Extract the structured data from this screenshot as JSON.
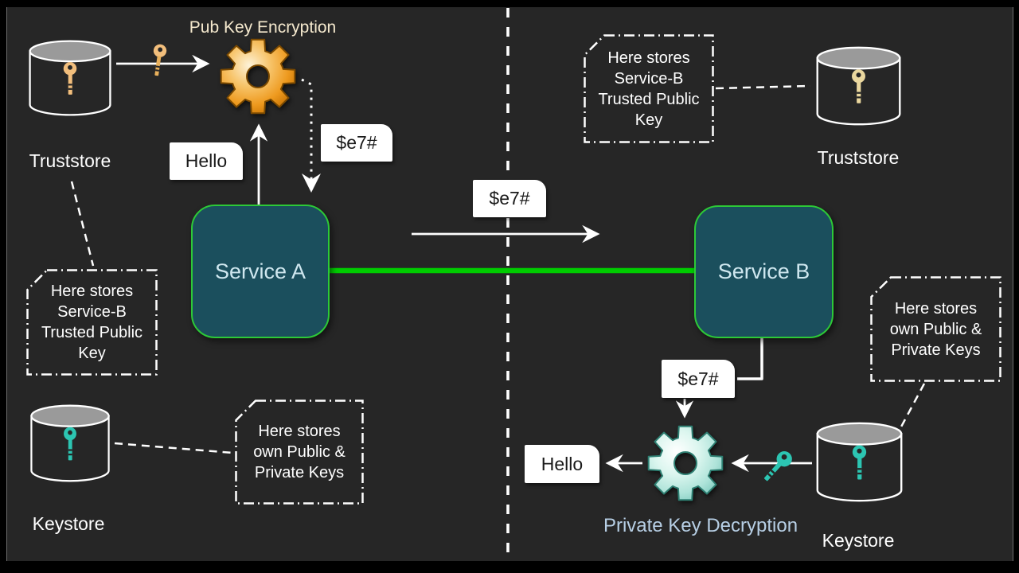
{
  "left": {
    "truststore": {
      "label": "Truststore"
    },
    "keystore": {
      "label": "Keystore"
    },
    "encryption_title": "Pub Key Encryption",
    "service": {
      "label": "Service A"
    },
    "plain_message": "Hello",
    "cipher_message": "$e7#",
    "truststore_callout": "Here stores\nService-B\nTrusted Public\nKey",
    "keystore_callout": "Here stores\nown Public &\nPrivate Keys"
  },
  "channel": {
    "cipher_message": "$e7#"
  },
  "right": {
    "truststore": {
      "label": "Truststore"
    },
    "keystore": {
      "label": "Keystore"
    },
    "decryption_title": "Private Key Decryption",
    "service": {
      "label": "Service B"
    },
    "plain_message": "Hello",
    "cipher_message": "$e7#",
    "truststore_callout": "Here stores\nService-B\nTrusted Public\nKey",
    "keystore_callout": "Here stores\nown Public &\nPrivate Keys"
  },
  "colors": {
    "background": "#262626",
    "frame": "#000000",
    "service_fill": "#1b4f5d",
    "service_border": "#2dc937",
    "service_text": "#cfe7ef",
    "secure_link_green": "#00cc00",
    "gear_orange": "#ee9a1f",
    "gear_teal": "#aee3d9",
    "key_gold": "#f2be7c",
    "key_pale_gold": "#ead79e",
    "key_teal": "#2cc5b2",
    "encryption_title_color": "#f5e9ce",
    "decryption_title_color": "#b7cfe5",
    "message_bg": "#ffffff",
    "callout_border": "#ffffff"
  },
  "icons": {
    "truststore_left": "database-cylinder-icon",
    "truststore_right": "database-cylinder-icon",
    "keystore_left": "database-cylinder-icon",
    "keystore_right": "database-cylinder-icon",
    "encrypt_gear": "gear-icon",
    "decrypt_gear": "gear-icon",
    "public_key": "key-icon",
    "private_key": "key-icon"
  }
}
